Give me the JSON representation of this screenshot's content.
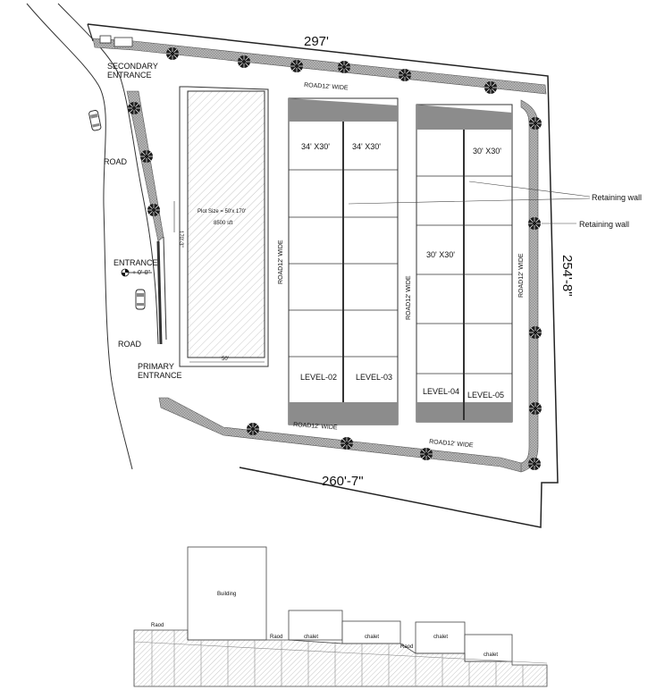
{
  "dimensions": {
    "top": "297'",
    "right": "254'-8\"",
    "bottom": "260'-7\""
  },
  "labels": {
    "secondary_entrance": [
      "SECONDARY",
      "ENTRANCE"
    ],
    "primary_entrance": [
      "PRIMARY",
      "ENTRANCE"
    ],
    "entrance": "ENTRANCE",
    "entrance_level": "+ 0'-0\"",
    "road_upper": "ROAD",
    "road_lower": "ROAD",
    "road_top": "ROAD12' WIDE",
    "road_left_vertical": "ROAD12' WIDE",
    "road_mid_vertical": "ROAD12' WIDE",
    "road_right_vertical": "ROAD12' WIDE",
    "road_bottom_1": "ROAD12' WIDE",
    "road_bottom_2": "ROAD12' WIDE",
    "retaining_wall_1": "Retaining wall",
    "retaining_wall_2": "Retaining wall"
  },
  "plot": {
    "size_text": "Plot Size = 50'x 170'",
    "area_text": "8500 sft",
    "width_text": "50'",
    "length_text": "170'-3\""
  },
  "blocks": {
    "a_top_left": "34' X30'",
    "a_top_right": "34' X30'",
    "b_top_right": "30' X30'",
    "b_mid_left": "30' X30'",
    "level_02": "LEVEL-02",
    "level_03": "LEVEL-03",
    "level_04": "LEVEL-04",
    "level_05": "LEVEL-05"
  },
  "section": {
    "building": "Building",
    "road_1": "Raod",
    "road_2": "Raod",
    "road_3": "Raod",
    "chalet_1": "chalet",
    "chalet_2": "chalet",
    "chalet_3": "chalet",
    "chalet_4": "chalet"
  }
}
